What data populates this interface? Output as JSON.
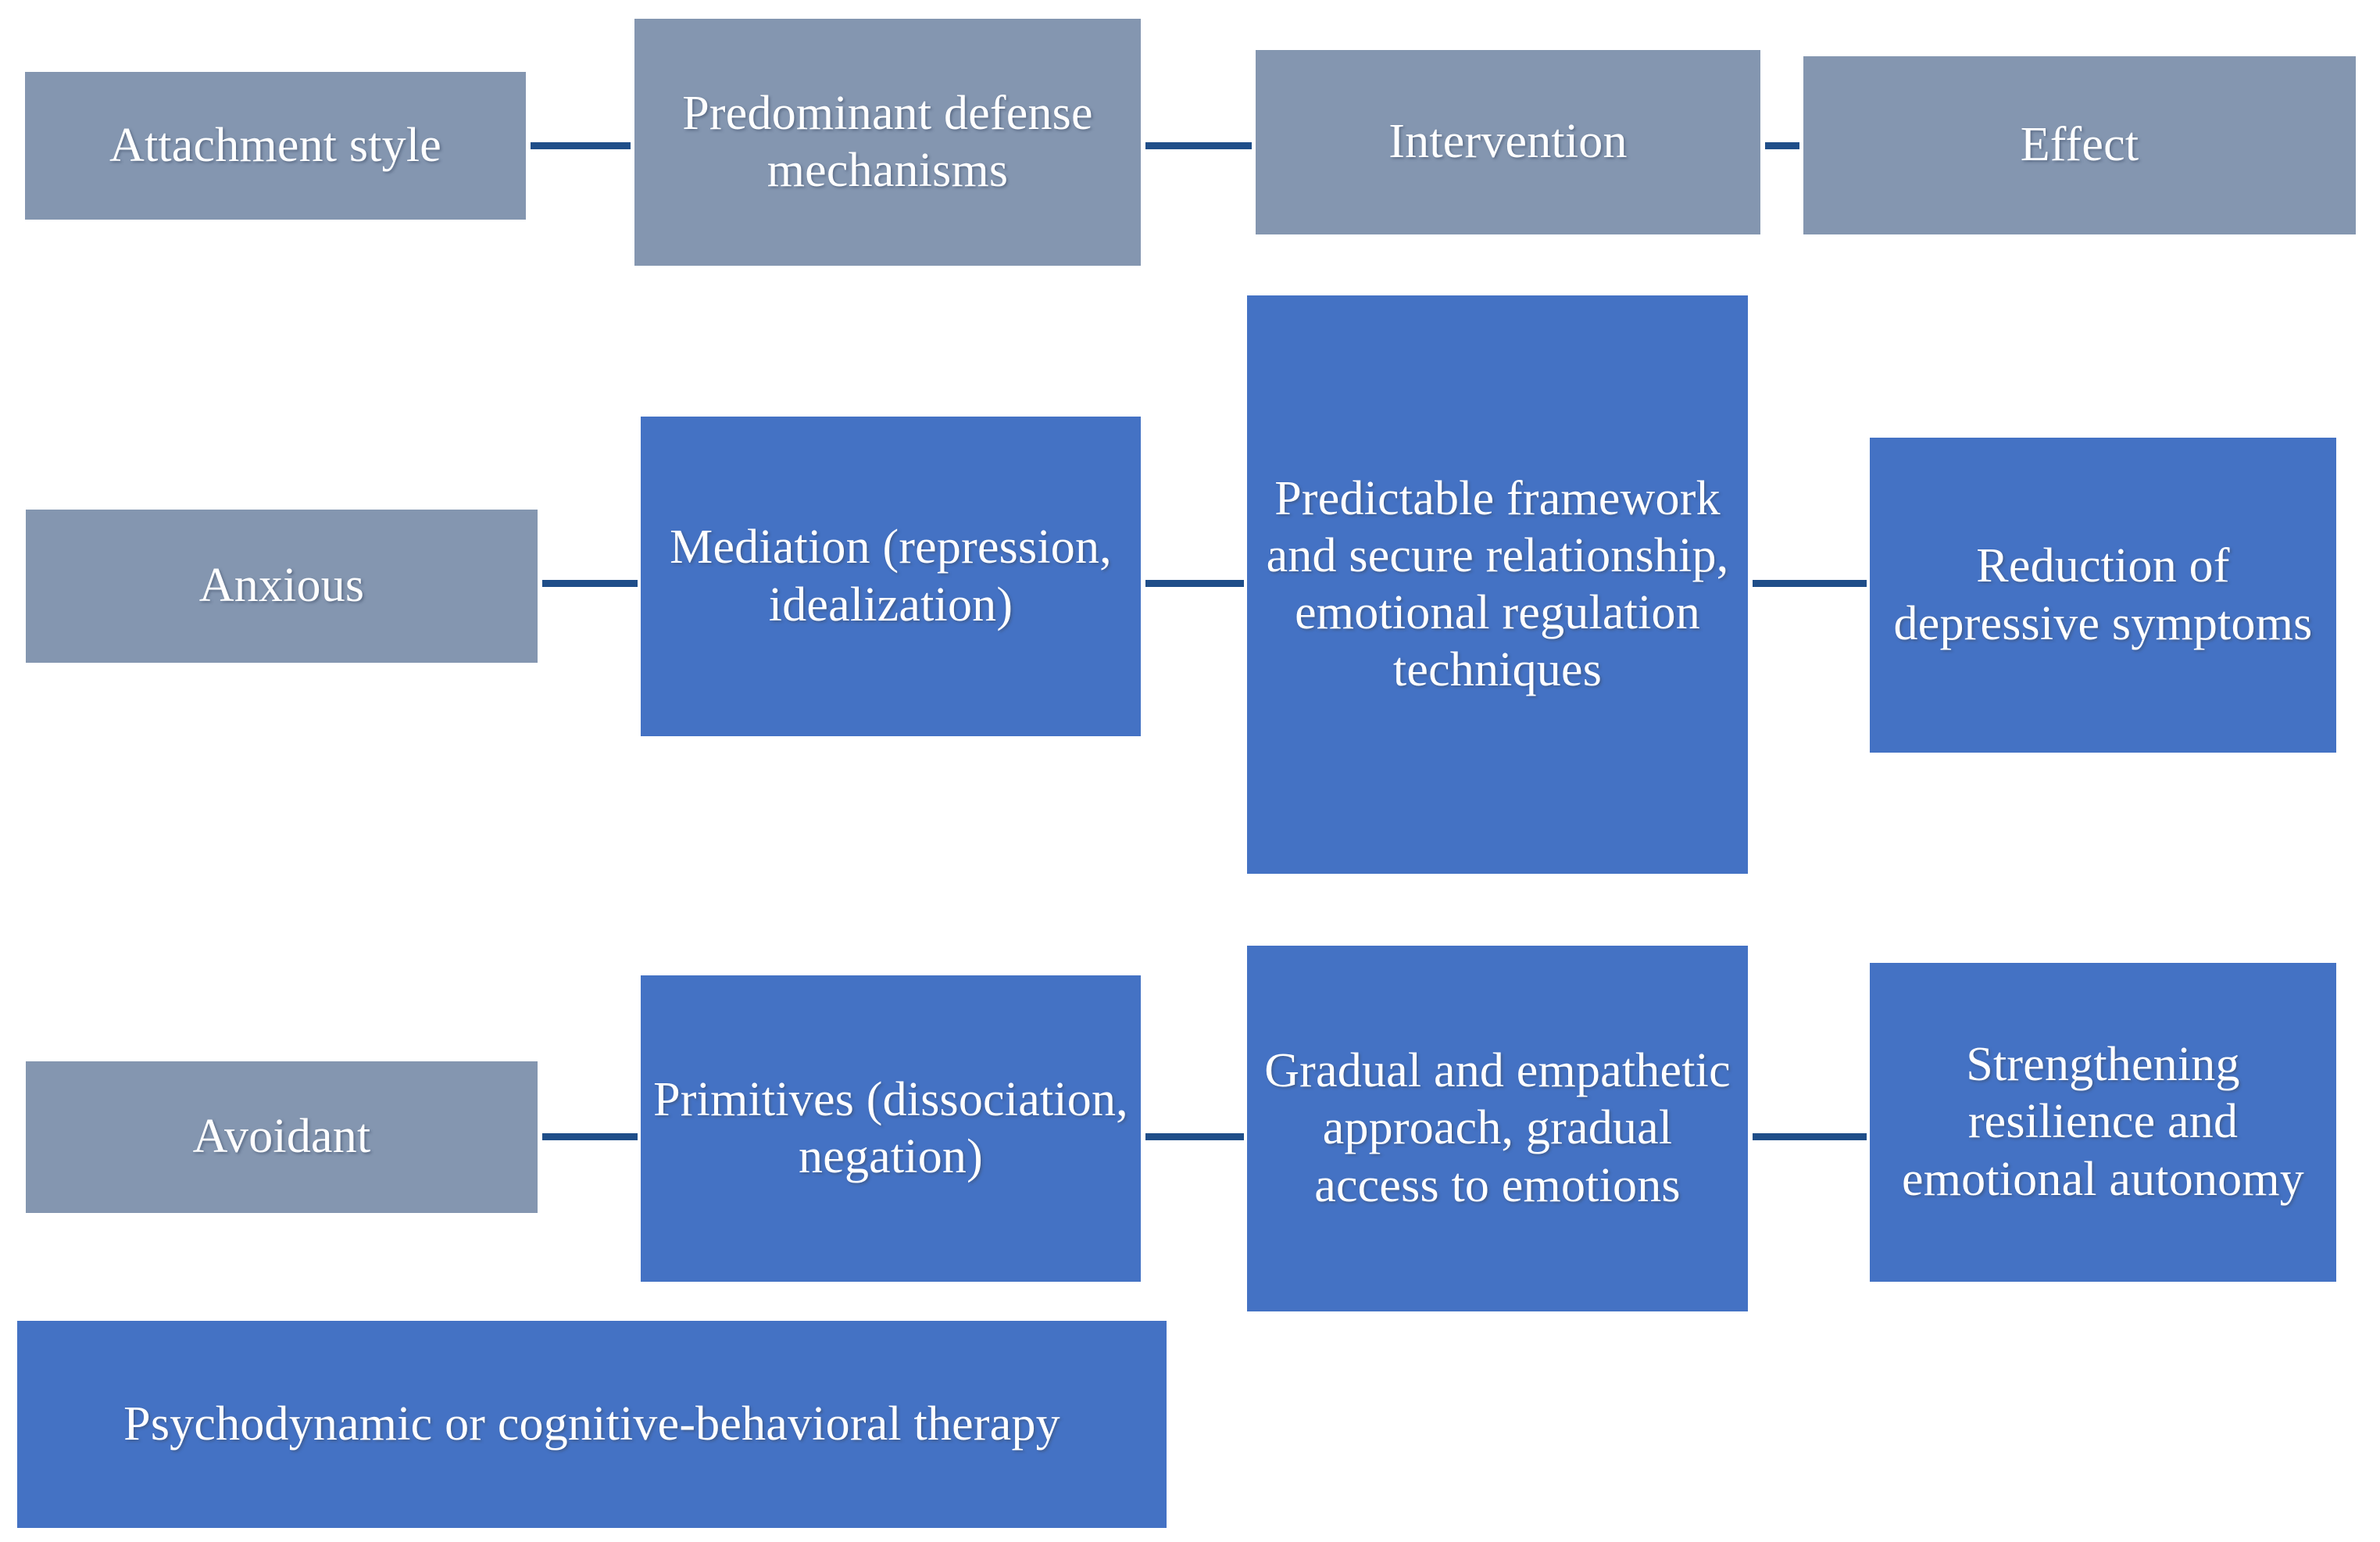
{
  "palette": {
    "header_box": "#8496B0",
    "content_box": "#4472C4",
    "connector": "#1F4E89",
    "text": "#FFFFFF",
    "background": "#FFFFFF"
  },
  "diagram": {
    "type": "flow-matrix",
    "columns": [
      "Attachment style",
      "Predominant defense mechanisms",
      "Intervention",
      "Effect"
    ],
    "header": {
      "attachment_style": "Attachment style",
      "predominant_defense_mechanisms": "Predominant defense mechanisms",
      "intervention": "Intervention",
      "effect": "Effect"
    },
    "rows": [
      {
        "attachment_style": "Anxious",
        "defense_mechanisms": "Mediation (repression, idealization)",
        "intervention": "Predictable framework and secure relationship, emotional regulation techniques",
        "effect": "Reduction of depressive symptoms"
      },
      {
        "attachment_style": "Avoidant",
        "defense_mechanisms": "Primitives (dissociation, negation)",
        "intervention": "Gradual and empathetic approach, gradual access to emotions",
        "effect": "Strengthening resilience and emotional autonomy"
      }
    ],
    "footer_box": "Psychodynamic or cognitive-behavioral therapy"
  }
}
